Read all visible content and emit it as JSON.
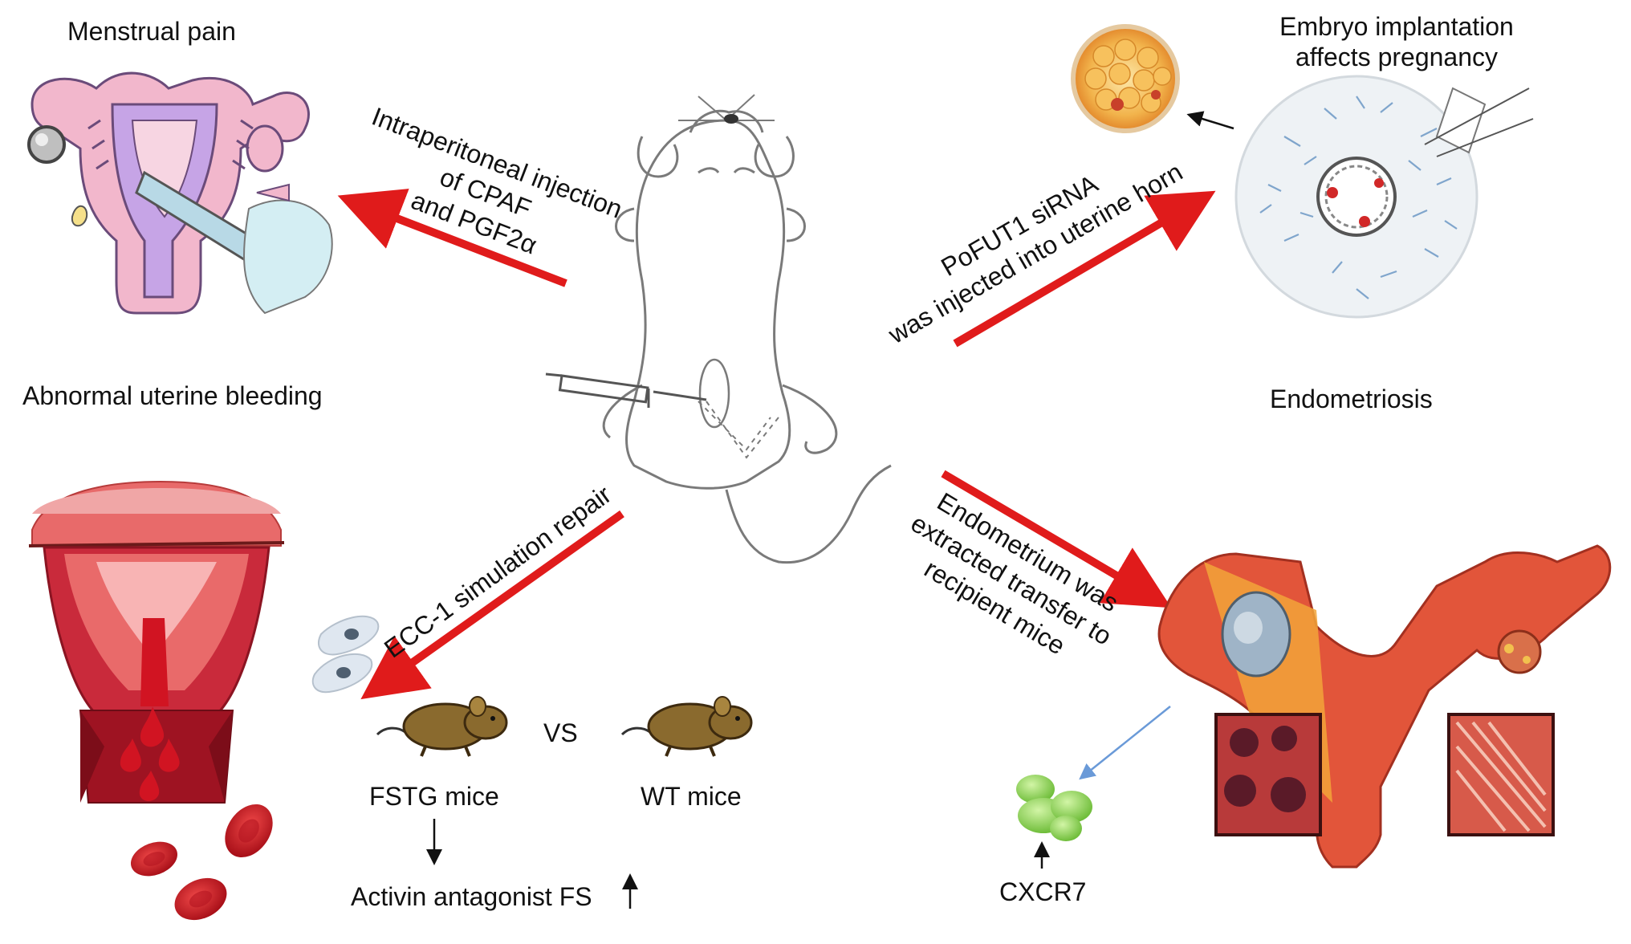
{
  "labels": {
    "menstrual_pain": "Menstrual pain",
    "abnormal_uterine_bleeding": "Abnormal uterine bleeding",
    "embryo_line1": "Embryo implantation",
    "embryo_line2": "affects pregnancy",
    "endometriosis": "Endometriosis",
    "vs": "VS",
    "fstg_mice": "FSTG mice",
    "wt_mice": "WT mice",
    "activin": "Activin antagonist FS",
    "cxcr7": "CXCR7"
  },
  "arrows": {
    "cpaf_line1": "Intraperitoneal injection",
    "cpaf_line2": "of CPAF",
    "cpaf_line3": "and PGF2α",
    "pofut_line1": "PoFUT1 siRNA",
    "pofut_line2": "was injected into uterine horn",
    "ecc_line1": "ECC-1 simulation repair",
    "endo_line1": "Endometrium was",
    "endo_line2": "extracted transfer to",
    "endo_line3": "recipient mice"
  },
  "colors": {
    "arrow_red": "#e01b1b",
    "uterus_pink": "#f2b7cc",
    "uterus_purple": "#c6a4e6",
    "blood_red": "#d11422",
    "endometriosis_orange": "#e2553a",
    "cell_green": "#8fd14f",
    "mouse_brown": "#8a6a2e",
    "embryo_orange": "#f2a53a"
  }
}
